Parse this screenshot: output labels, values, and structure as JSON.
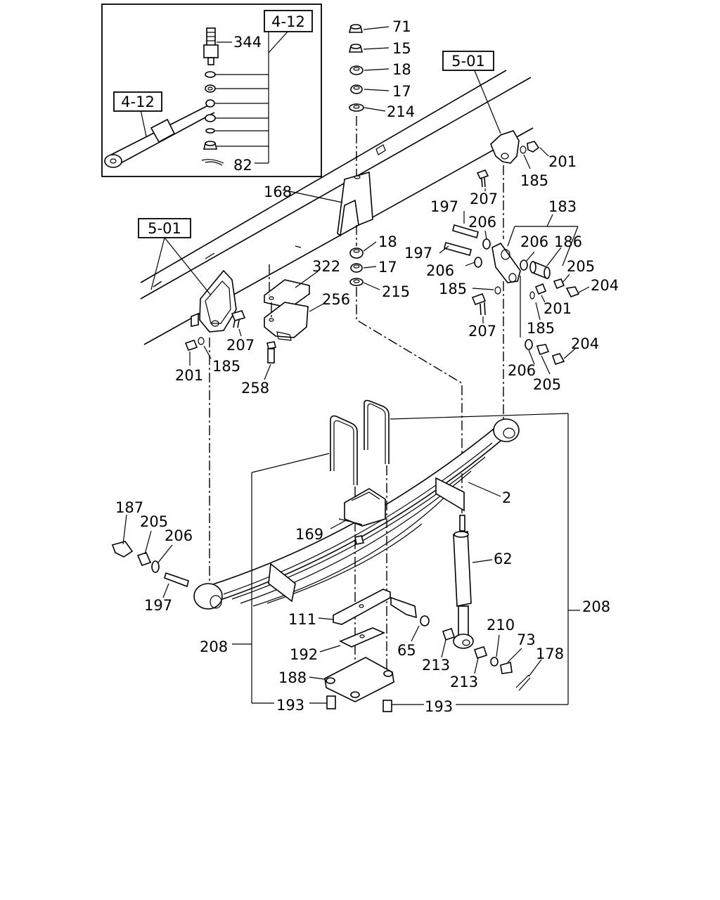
{
  "reference_boxes": {
    "inset_ref": "4-12",
    "inset_rod_ref": "4-12",
    "frame_top_ref": "5-01",
    "frame_left_ref": "5-01"
  },
  "callouts": {
    "p71": "71",
    "p15": "15",
    "p18_top": "18",
    "p17_top": "17",
    "p214": "214",
    "p344": "344",
    "p82": "82",
    "p168": "168",
    "p201_tr": "201",
    "p185_tr": "185",
    "p207_tr": "207",
    "p197_a": "197",
    "p206_a": "206",
    "p183": "183",
    "p197_b": "197",
    "p206_b": "206",
    "p186": "186",
    "p206_c": "206",
    "p205_a": "205",
    "p204_a": "204",
    "p185_mid": "185",
    "p201_mid": "201",
    "p207_mid": "207",
    "p185_mid2": "185",
    "p206_d": "206",
    "p205_b": "205",
    "p204_b": "204",
    "p18_mid": "18",
    "p17_mid": "17",
    "p215": "215",
    "p322": "322",
    "p256": "256",
    "p258": "258",
    "p207_l": "207",
    "p185_l": "185",
    "p201_l": "201",
    "p2": "2",
    "p169": "169",
    "p62": "62",
    "p187": "187",
    "p205_l": "205",
    "p206_l": "206",
    "p197_l": "197",
    "p111": "111",
    "p192": "192",
    "p188": "188",
    "p65": "65",
    "p213_a": "213",
    "p213_b": "213",
    "p210": "210",
    "p73": "73",
    "p178": "178",
    "p208_l": "208",
    "p208_r": "208",
    "p193_l": "193",
    "p193_r": "193"
  }
}
